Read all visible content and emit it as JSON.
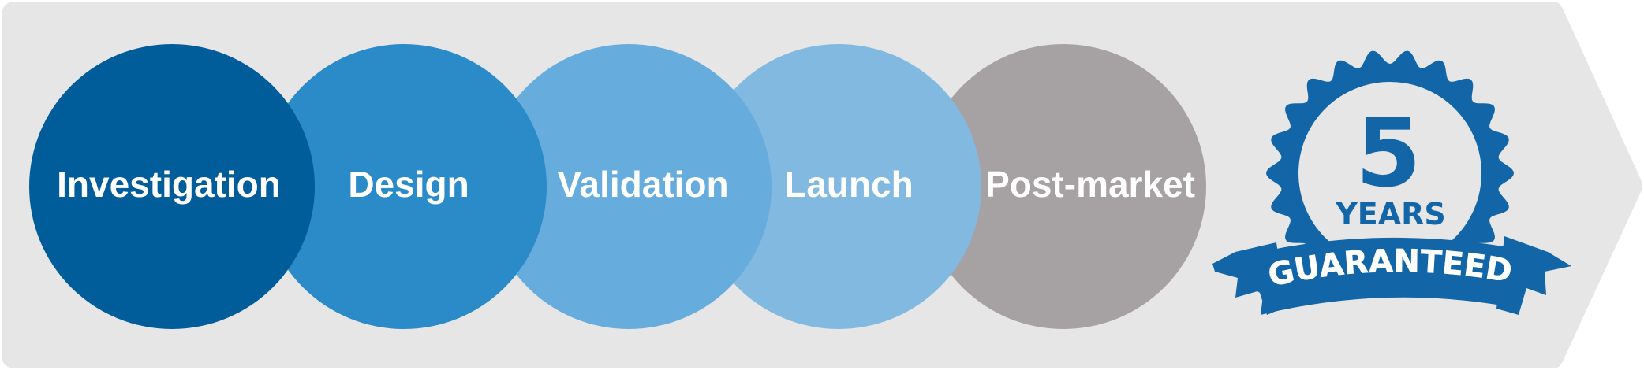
{
  "colors": {
    "arrow_fill": "#e6e6e6",
    "stage_1": "#005d9a",
    "stage_2": "#2b8ac8",
    "stage_3": "#66acdc",
    "stage_4": "#82b9e0",
    "stage_5": "#a6a2a3",
    "badge_blue": "#1265a6",
    "label_text": "#ffffff"
  },
  "stages": [
    {
      "label": "Investigation"
    },
    {
      "label": "Design"
    },
    {
      "label": "Validation"
    },
    {
      "label": "Launch"
    },
    {
      "label": "Post-market"
    }
  ],
  "badge": {
    "number": "5",
    "years": "YEARS",
    "ribbon": "GUARANTEED",
    "icon": "guarantee-seal-icon"
  }
}
